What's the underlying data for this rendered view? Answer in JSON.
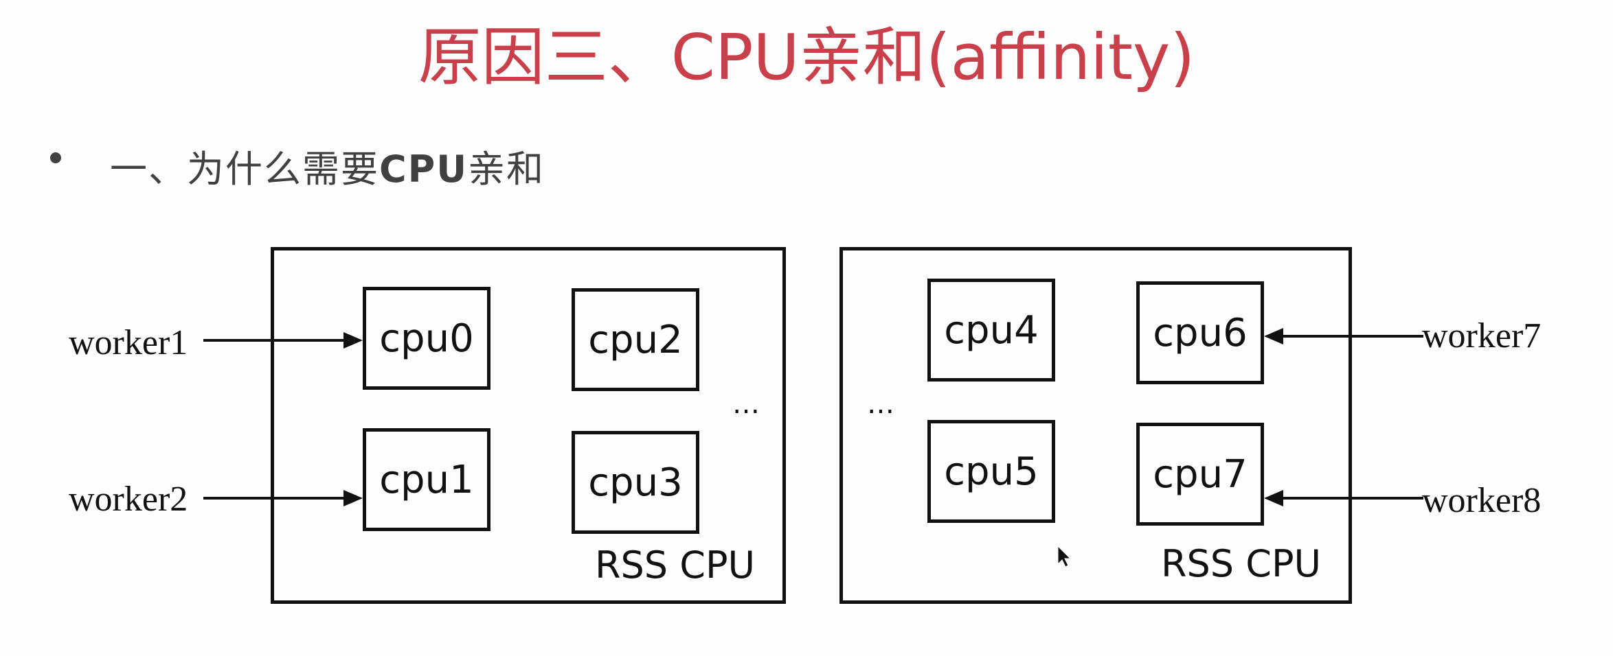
{
  "title": "原因三、CPU亲和(affinity)",
  "bullet": {
    "prefix": "一、为什么需要",
    "bold": "CPU",
    "suffix": "亲和"
  },
  "diagram": {
    "left_group": {
      "label": "RSS CPU",
      "cpus": [
        "cpu0",
        "cpu2",
        "cpu1",
        "cpu3"
      ],
      "ellipsis": "…"
    },
    "right_group": {
      "label": "RSS CPU",
      "cpus": [
        "cpu4",
        "cpu6",
        "cpu5",
        "cpu7"
      ],
      "ellipsis": "…"
    },
    "workers": [
      "worker1",
      "worker2",
      "worker7",
      "worker8"
    ]
  }
}
